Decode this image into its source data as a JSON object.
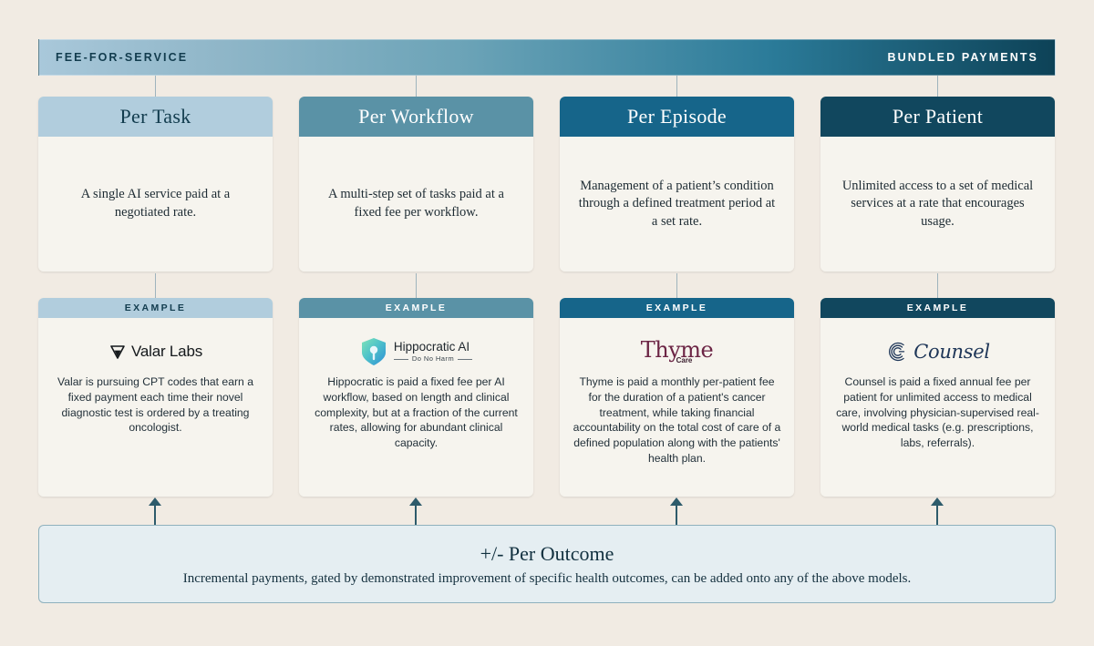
{
  "spectrum": {
    "left_label": "FEE-FOR-SERVICE",
    "right_label": "BUNDLED PAYMENTS",
    "gradient_from": "#a9c8da",
    "gradient_to": "#0d4257"
  },
  "models": [
    {
      "title": "Per Task",
      "description": "A single AI service paid at a negotiated rate.",
      "header_color": "#b1cddd",
      "title_color": "#123c4e",
      "example_label": "EXAMPLE",
      "example_label_color": "#123c4e",
      "company": "Valar Labs",
      "logo_icon": "valar-triangle-icon",
      "example_text": "Valar is pursuing CPT codes that earn a fixed payment each time their novel diagnostic test is ordered by a treating oncologist."
    },
    {
      "title": "Per Workflow",
      "description": "A multi-step set of tasks paid at a fixed fee per workflow.",
      "header_color": "#5a92a6",
      "title_color": "#ffffff",
      "example_label": "EXAMPLE",
      "example_label_color": "#ffffff",
      "company": "Hippocratic AI",
      "tagline": "Do No Harm",
      "logo_icon": "hippocratic-shield-icon",
      "example_text": "Hippocratic is paid a fixed fee per AI workflow, based on length and clinical complexity, but at a fraction of the current rates, allowing for abundant clinical capacity."
    },
    {
      "title": "Per Episode",
      "description": "Management of a patient’s condition through a defined treatment period at a set rate.",
      "header_color": "#16658a",
      "title_color": "#ffffff",
      "example_label": "EXAMPLE",
      "example_label_color": "#ffffff",
      "company": "Thyme",
      "company_sub": "Care",
      "logo_icon": "thyme-wordmark-icon",
      "example_text": "Thyme is paid a monthly per-patient fee for the duration of a patient's cancer treatment, while taking financial accountability on the total cost of care of a defined population along with the patients' health plan."
    },
    {
      "title": "Per Patient",
      "description": "Unlimited access to a set of medical services at a rate that encourages usage.",
      "header_color": "#11475e",
      "title_color": "#ffffff",
      "example_label": "EXAMPLE",
      "example_label_color": "#ffffff",
      "company": "Counsel",
      "logo_icon": "counsel-fingerprint-icon",
      "example_text": "Counsel is paid a fixed annual fee per patient for unlimited access to medical care, involving physician-supervised real-world medical tasks (e.g. prescriptions, labs, referrals)."
    }
  ],
  "outcome": {
    "title": "+/-  Per Outcome",
    "subtitle": "Incremental payments, gated by demonstrated improvement of specific health outcomes,  can be added onto any of the above models.",
    "background": "#e5eef2",
    "border": "#8fb1bd"
  }
}
